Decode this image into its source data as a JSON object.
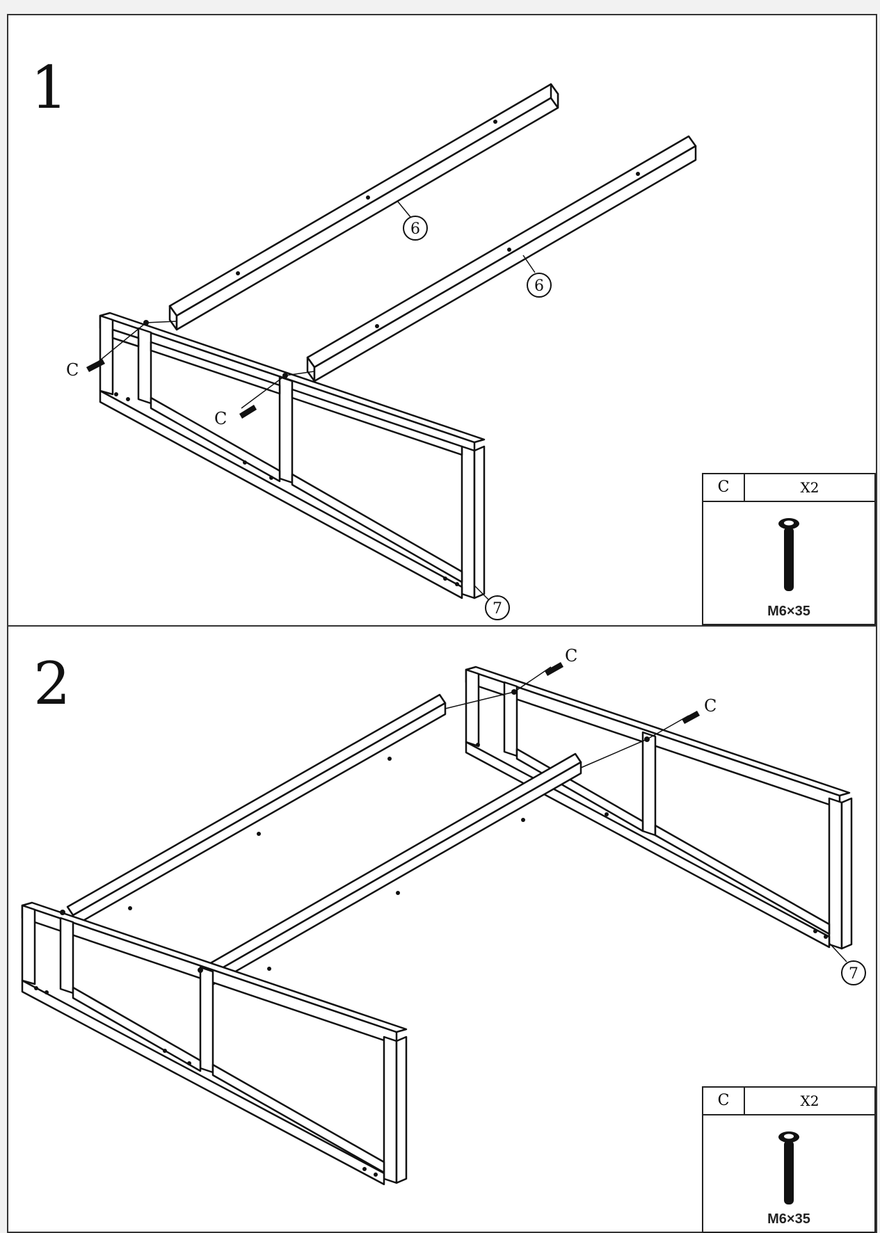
{
  "steps": [
    {
      "number": "1",
      "part_labels": [
        "6",
        "6",
        "7"
      ],
      "fastener_labels": [
        "C",
        "C"
      ],
      "hardware": {
        "letter": "C",
        "quantity": "X2",
        "size": "M6×35"
      }
    },
    {
      "number": "2",
      "part_labels": [
        "7"
      ],
      "fastener_labels": [
        "C",
        "C"
      ],
      "hardware": {
        "letter": "C",
        "quantity": "X2",
        "size": "M6×35"
      }
    }
  ],
  "colors": {
    "line": "#111111",
    "paper": "#ffffff",
    "frame": "#333333"
  },
  "icons": [
    "bolt-icon",
    "screw-icon"
  ]
}
